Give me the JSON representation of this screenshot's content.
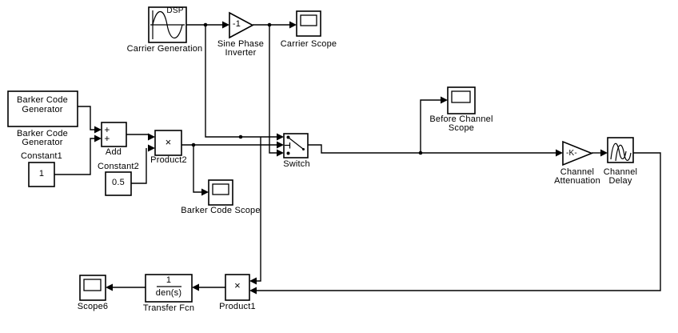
{
  "canvas": {
    "background_color": "#ffffff",
    "line_color": "#000000"
  },
  "blocks": {
    "carrier_generation": {
      "label": "Carrier Generation",
      "icon_text": "DSP"
    },
    "sine_phase_inverter": {
      "gain": "-1",
      "label1": "Sine Phase",
      "label2": "Inverter"
    },
    "carrier_scope": {
      "label": "Carrier Scope"
    },
    "barker_code_generator": {
      "text1": "Barker Code",
      "text2": "Generator",
      "label1": "Barker Code",
      "label2": "Generator"
    },
    "constant1": {
      "label": "Constant1",
      "value": "1"
    },
    "add": {
      "label": "Add",
      "port1": "+",
      "port2": "+"
    },
    "constant2": {
      "label": "Constant2",
      "value": "0.5"
    },
    "product2": {
      "label": "Product2",
      "operator": "×"
    },
    "barker_code_scope": {
      "label": "Barker Code Scope"
    },
    "switch": {
      "label": "Switch"
    },
    "before_channel_scope": {
      "label1": "Before Channel",
      "label2": "Scope"
    },
    "channel_attenuation": {
      "gain": "-K-",
      "label1": "Channel",
      "label2": "Attenuation"
    },
    "channel_delay": {
      "label1": "Channel",
      "label2": "Delay"
    },
    "scope6": {
      "label": "Scope6"
    },
    "transfer_fcn": {
      "numerator": "1",
      "denominator": "den(s)",
      "label": "Transfer Fcn"
    },
    "product1": {
      "label": "Product1",
      "operator": "×"
    }
  }
}
